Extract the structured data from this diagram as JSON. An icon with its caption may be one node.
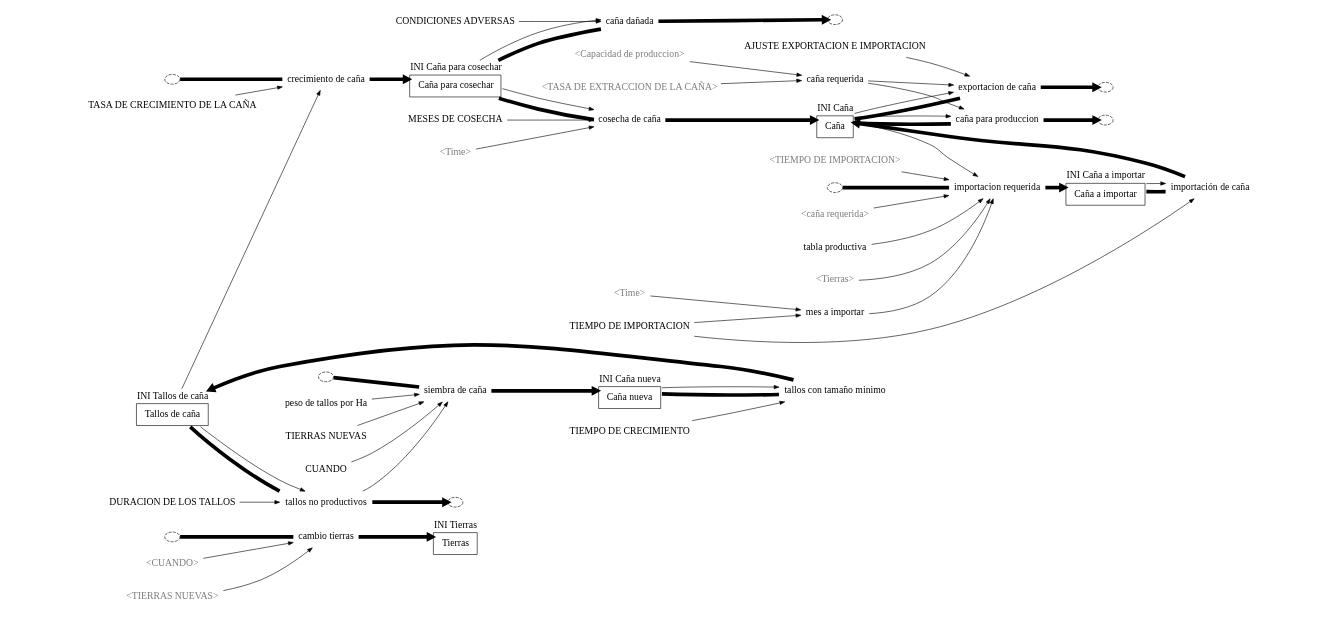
{
  "diagram": {
    "nodes": [
      {
        "text": [],
        "shape": "cloud"
      },
      {
        "text": [
          "cambio tierras"
        ]
      },
      {
        "text": [
          "Tierras"
        ],
        "beside": [
          "INI Tierras"
        ]
      },
      {
        "text": [
          "<CUANDO>"
        ]
      },
      {
        "text": [
          "<TIERRAS NUEVAS>"
        ]
      },
      {
        "text": [],
        "shape": "cloud"
      },
      {
        "text": [
          "crecimiento de caña"
        ]
      },
      {
        "text": [
          "Caña para cosechar"
        ],
        "beside": [
          "INI Caña para cosechar"
        ]
      },
      {
        "text": [
          "TASA DE CRECIMIENTO DE LA CAÑA"
        ]
      },
      {
        "text": [
          "Tallos de caña"
        ],
        "beside": [
          "INI Tallos de caña"
        ]
      },
      {
        "text": [
          "tallos no productivos"
        ]
      },
      {
        "text": [],
        "shape": "cloud"
      },
      {
        "text": [
          "DURACION DE LOS TALLOS"
        ]
      },
      {
        "text": [
          "peso de tallos por Ha"
        ]
      },
      {
        "text": [
          "TIERRAS NUEVAS"
        ]
      },
      {
        "text": [
          "CUANDO"
        ]
      },
      {
        "text": [],
        "shape": "cloud"
      },
      {
        "text": [
          "siembra de caña"
        ]
      },
      {
        "text": [
          "Caña nueva"
        ],
        "beside": [
          "INI Caña nueva"
        ]
      },
      {
        "text": [
          "tallos con tamaño minimo"
        ]
      },
      {
        "text": [
          "TIEMPO DE CRECIMIENTO"
        ]
      },
      {
        "text": [
          "caña dañada"
        ]
      },
      {
        "text": [],
        "shape": "cloud"
      },
      {
        "text": [
          "CONDICIONES ADVERSAS"
        ]
      },
      {
        "text": [
          "<Time>"
        ]
      },
      {
        "text": [
          "MESES DE COSECHA"
        ]
      },
      {
        "text": [
          "cosecha de caña"
        ]
      },
      {
        "text": [
          "Caña"
        ],
        "beside": [
          "INI Caña"
        ]
      },
      {
        "text": [
          "exportacion de caña"
        ]
      },
      {
        "text": [],
        "shape": "cloud"
      },
      {
        "text": [
          "AJUSTE EXPORTACION E IMPORTACION"
        ]
      },
      {
        "text": [
          "caña para produccion"
        ]
      },
      {
        "text": [],
        "shape": "cloud"
      },
      {
        "text": [
          "caña requerida"
        ]
      },
      {
        "text": [
          "<TASA DE EXTRACCION DE LA CAÑA>"
        ]
      },
      {
        "text": [
          "<Capacidad de produccion>"
        ]
      },
      {
        "text": [
          "importación de caña"
        ]
      },
      {
        "text": [
          "Caña a importar"
        ],
        "beside": [
          "INI Caña a importar"
        ]
      },
      {
        "text": [
          "TIEMPO DE IMPORTACION"
        ]
      },
      {
        "text": [
          "<TIEMPO DE IMPORTACION>"
        ]
      },
      {
        "text": [],
        "shape": "cloud"
      },
      {
        "text": [
          "importacion requerida"
        ]
      },
      {
        "text": [
          "<caña requerida>"
        ]
      },
      {
        "text": [
          "tabla productiva"
        ]
      },
      {
        "text": [
          "<Tierras>"
        ]
      },
      {
        "text": [
          "mes a importar"
        ]
      },
      {
        "text": [
          "<Time>"
        ]
      }
    ],
    "edges": [
      {
        "from": 0,
        "to": 1,
        "arrow": "none",
        "style": "thick"
      },
      {
        "from": 1,
        "to": 2,
        "arrow": "to",
        "style": "thick"
      },
      {
        "from": 3,
        "to": 1,
        "arrow": "to"
      },
      {
        "from": 4,
        "to": 1,
        "arrow": "to"
      },
      {
        "from": 5,
        "to": 6,
        "arrow": "none",
        "style": "thick"
      },
      {
        "from": 6,
        "to": 7,
        "arrow": "to",
        "style": "thick"
      },
      {
        "from": 8,
        "to": 6,
        "arrow": "to"
      },
      {
        "from": 9,
        "to": 6,
        "arrow": "to"
      },
      {
        "from": 9,
        "to": 10,
        "arrow": "none",
        "style": "thick"
      },
      {
        "from": 10,
        "to": 11,
        "arrow": "to",
        "style": "thick"
      },
      {
        "from": 9,
        "to": 10,
        "arrow": "to"
      },
      {
        "from": 12,
        "to": 10,
        "arrow": "to"
      },
      {
        "from": 10,
        "to": 17,
        "arrow": "to"
      },
      {
        "from": 13,
        "to": 17,
        "arrow": "to"
      },
      {
        "from": 14,
        "to": 17,
        "arrow": "to"
      },
      {
        "from": 15,
        "to": 17,
        "arrow": "to"
      },
      {
        "from": 16,
        "to": 17,
        "arrow": "none",
        "style": "thick"
      },
      {
        "from": 17,
        "to": 18,
        "arrow": "to",
        "style": "thick"
      },
      {
        "from": 18,
        "to": 19,
        "arrow": "none",
        "style": "thick"
      },
      {
        "from": 19,
        "to": 9,
        "arrow": "to",
        "style": "thick"
      },
      {
        "from": 18,
        "to": 19,
        "arrow": "to"
      },
      {
        "from": 20,
        "to": 19,
        "arrow": "to"
      },
      {
        "from": 7,
        "to": 21,
        "arrow": "none",
        "style": "thick"
      },
      {
        "from": 21,
        "to": 22,
        "arrow": "to",
        "style": "thick"
      },
      {
        "from": 7,
        "to": 21,
        "arrow": "to"
      },
      {
        "from": 23,
        "to": 21,
        "arrow": "to"
      },
      {
        "from": 7,
        "to": 26,
        "arrow": "none",
        "style": "thick"
      },
      {
        "from": 26,
        "to": 27,
        "arrow": "to",
        "style": "thick"
      },
      {
        "from": 7,
        "to": 26,
        "arrow": "to"
      },
      {
        "from": 24,
        "to": 26,
        "arrow": "to"
      },
      {
        "from": 25,
        "to": 26,
        "arrow": "to"
      },
      {
        "from": 27,
        "to": 28,
        "arrow": "none",
        "style": "thick"
      },
      {
        "from": 28,
        "to": 29,
        "arrow": "to",
        "style": "thick"
      },
      {
        "from": 27,
        "to": 28,
        "arrow": "to"
      },
      {
        "from": 30,
        "to": 28,
        "arrow": "to"
      },
      {
        "from": 33,
        "to": 28,
        "arrow": "to"
      },
      {
        "from": 27,
        "to": 31,
        "arrow": "none",
        "style": "thick"
      },
      {
        "from": 31,
        "to": 32,
        "arrow": "to",
        "style": "thick"
      },
      {
        "from": 27,
        "to": 31,
        "arrow": "to"
      },
      {
        "from": 33,
        "to": 31,
        "arrow": "to"
      },
      {
        "from": 34,
        "to": 33,
        "arrow": "to"
      },
      {
        "from": 35,
        "to": 33,
        "arrow": "to"
      },
      {
        "from": 37,
        "to": 36,
        "arrow": "none",
        "style": "thick"
      },
      {
        "from": 36,
        "to": 27,
        "arrow": "to",
        "style": "thick"
      },
      {
        "from": 37,
        "to": 36,
        "arrow": "to"
      },
      {
        "from": 38,
        "to": 36,
        "arrow": "to"
      },
      {
        "from": 27,
        "to": 41,
        "arrow": "to"
      },
      {
        "from": 39,
        "to": 41,
        "arrow": "to"
      },
      {
        "from": 40,
        "to": 41,
        "arrow": "none",
        "style": "thick"
      },
      {
        "from": 41,
        "to": 37,
        "arrow": "to",
        "style": "thick"
      },
      {
        "from": 42,
        "to": 41,
        "arrow": "to"
      },
      {
        "from": 43,
        "to": 41,
        "arrow": "to"
      },
      {
        "from": 44,
        "to": 41,
        "arrow": "to"
      },
      {
        "from": 45,
        "to": 41,
        "arrow": "to"
      },
      {
        "from": 38,
        "to": 45,
        "arrow": "to"
      },
      {
        "from": 46,
        "to": 45,
        "arrow": "to"
      }
    ]
  }
}
